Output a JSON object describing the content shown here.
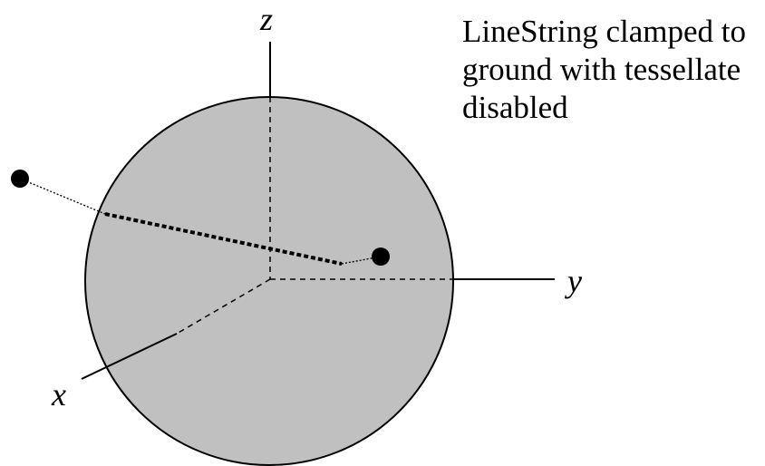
{
  "caption": {
    "lines": [
      "LineString clamped to",
      "ground with tessellate",
      "disabled"
    ]
  },
  "axes": {
    "x_label": "x",
    "y_label": "y",
    "z_label": "z"
  },
  "colors": {
    "sphere_fill": "#c0c0c0",
    "stroke": "#000000",
    "background": "#ffffff"
  }
}
